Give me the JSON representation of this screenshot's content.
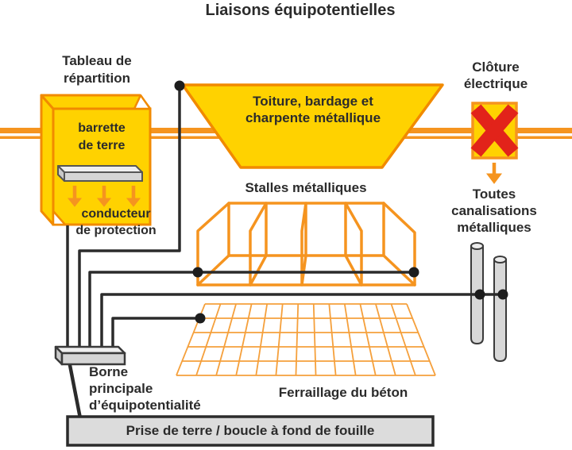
{
  "title": "Liaisons équipotentielles",
  "labels": {
    "tableau": "Tableau de\nrépartition",
    "toiture": "Toiture, bardage et\ncharpente métallique",
    "cloture": "Clôture\nélectrique",
    "barrette": "barrette\nde terre",
    "conducteur": "conducteur\nde protection",
    "stalles": "Stalles métalliques",
    "toutes_canalisations": "Toutes\ncanalisations\nmétalliques",
    "borne": "Borne\nprincipale\nd’équipotentialité",
    "ferraillage": "Ferraillage du béton",
    "prise": "Prise de terre / boucle à fond de fouille"
  },
  "icons": [
    "prohibition-x-icon",
    "down-arrow-icon",
    "connection-node-dot",
    "fence-wire-line",
    "earth-bar",
    "pipe-cylinder"
  ],
  "colors": {
    "panel_yellow": "#FFD200",
    "panel_border_orange": "#F18A00",
    "wire_orange": "#F5941F",
    "grid_orange": "#F5A03C",
    "prohibition_red": "#E2231A",
    "conductor_black": "#2B2B2B",
    "metal_gray": "#D5D5D5",
    "metal_gray_light": "#EFEFEF",
    "earth_bar_fill": "#DCDCDC",
    "text": "#2B2B2B",
    "background": "#FFFFFF"
  }
}
